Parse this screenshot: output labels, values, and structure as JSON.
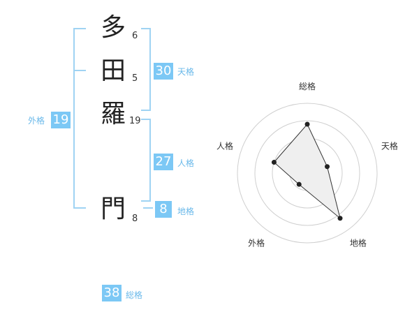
{
  "name": {
    "chars": [
      {
        "char": "多",
        "strokes": "6"
      },
      {
        "char": "田",
        "strokes": "5"
      },
      {
        "char": "羅",
        "strokes": "19"
      },
      {
        "char": "門",
        "strokes": "8"
      }
    ]
  },
  "fortune": {
    "tenkaku": {
      "value": "30",
      "label": "天格"
    },
    "jinkaku": {
      "value": "27",
      "label": "人格"
    },
    "chikaku": {
      "value": "8",
      "label": "地格"
    },
    "gaikaku": {
      "value": "19",
      "label": "外格"
    },
    "soukaku": {
      "value": "38",
      "label": "総格"
    }
  },
  "colors": {
    "bracket": "#9fd3f3",
    "box": "#7cc8f5",
    "label": "#6ab9ea"
  },
  "chart_data": {
    "type": "radar",
    "axes": [
      "総格",
      "天格",
      "地格",
      "外格",
      "人格"
    ],
    "values": [
      3.5,
      1.5,
      4.0,
      1.0,
      2.5
    ],
    "max": 5,
    "rings": 4
  }
}
